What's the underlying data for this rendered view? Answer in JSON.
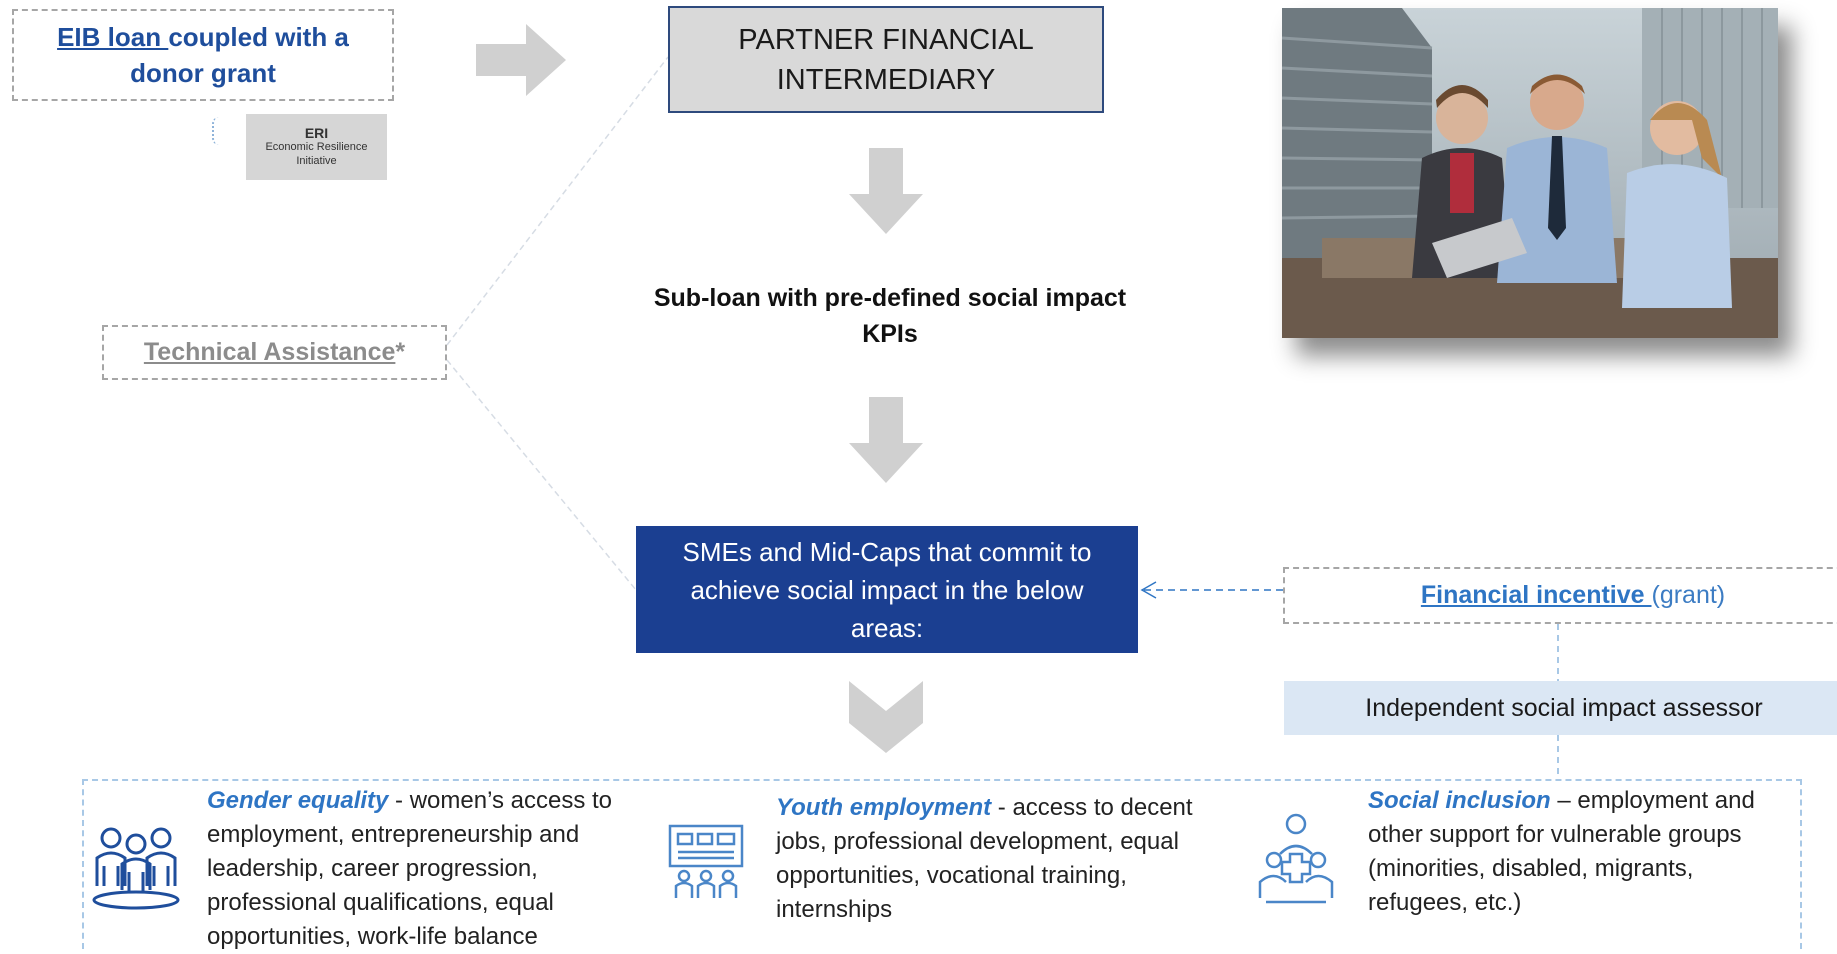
{
  "eib": {
    "loan_link": "EIB loan ",
    "rest": "coupled with a",
    "line2": "donor grant"
  },
  "eri": {
    "title": "ERI",
    "line1": "Economic Resilience",
    "line2": "Initiative"
  },
  "pfi": {
    "line1": "PARTNER FINANCIAL",
    "line2": "INTERMEDIARY"
  },
  "technical_assistance": {
    "label": "Technical Assistance",
    "suffix": "*"
  },
  "subloan": {
    "line1": "Sub-loan with pre-defined social impact",
    "line2": "KPIs"
  },
  "sme": {
    "line1": "SMEs and Mid-Caps that commit to",
    "line2": "achieve social impact in the below",
    "line3": "areas:"
  },
  "financial_incentive": {
    "label": "Financial incentive ",
    "suffix": "(grant)"
  },
  "assessor": {
    "label": "Independent social impact assessor"
  },
  "impact_areas": [
    {
      "keyword": "Gender equality",
      "text": " - women’s access to employment, entrepreneurship and leadership, career progression, professional qualifications, equal opportunities, work-life balance"
    },
    {
      "keyword": "Youth employment",
      "text": " - access to decent jobs, professional development, equal opportunities, vocational training, internships"
    },
    {
      "keyword": "Social inclusion",
      "text": " – employment and other support for vulnerable groups (minorities, disabled, migrants, refugees, etc.)"
    }
  ],
  "colors": {
    "dark_blue": "#1b3f91",
    "accent_blue": "#2e75c4",
    "gray_arrow": "#d0d0d0",
    "light_blue_fill": "#dbe7f4"
  },
  "icons": [
    "people-group-icon",
    "building-team-icon",
    "medical-care-group-icon",
    "office-photo"
  ]
}
